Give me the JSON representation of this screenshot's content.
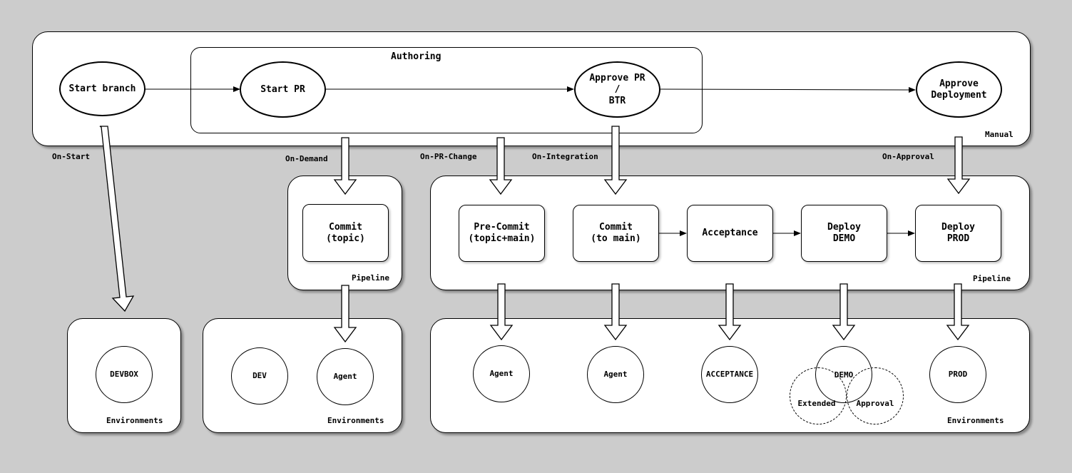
{
  "colors": {
    "background": "#cccccc",
    "box": "#ffffff",
    "stroke": "#000000"
  },
  "manual": {
    "label": "Manual",
    "authoring_title": "Authoring",
    "nodes": {
      "start_branch": "Start branch",
      "start_pr": "Start PR",
      "approve_pr": "Approve PR\n/\nBTR",
      "approve_deployment": "Approve\nDeployment"
    }
  },
  "triggers": {
    "on_start": "On-Start",
    "on_demand": "On-Demand",
    "on_pr_change": "On-PR-Change",
    "on_integration": "On-Integration",
    "on_approval": "On-Approval"
  },
  "pipeline_topic": {
    "label": "Pipeline",
    "commit_topic": "Commit\n(topic)"
  },
  "pipeline_main": {
    "label": "Pipeline",
    "pre_commit": "Pre-Commit\n(topic+main)",
    "commit_main": "Commit\n(to main)",
    "acceptance": "Acceptance",
    "deploy_demo": "Deploy\nDEMO",
    "deploy_prod": "Deploy\nPROD"
  },
  "env_devbox": {
    "label": "Environments",
    "devbox": "DEVBOX"
  },
  "env_dev": {
    "label": "Environments",
    "dev": "DEV",
    "agent": "Agent"
  },
  "env_main": {
    "label": "Environments",
    "agent_1": "Agent",
    "agent_2": "Agent",
    "acceptance": "ACCEPTANCE",
    "demo": "DEMO",
    "extended": "Extended",
    "approval": "Approval",
    "prod": "PROD"
  }
}
